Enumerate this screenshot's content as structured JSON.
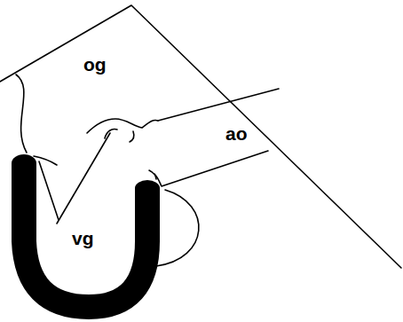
{
  "diagram": {
    "labels": [
      "og",
      "ao",
      "vg"
    ]
  }
}
